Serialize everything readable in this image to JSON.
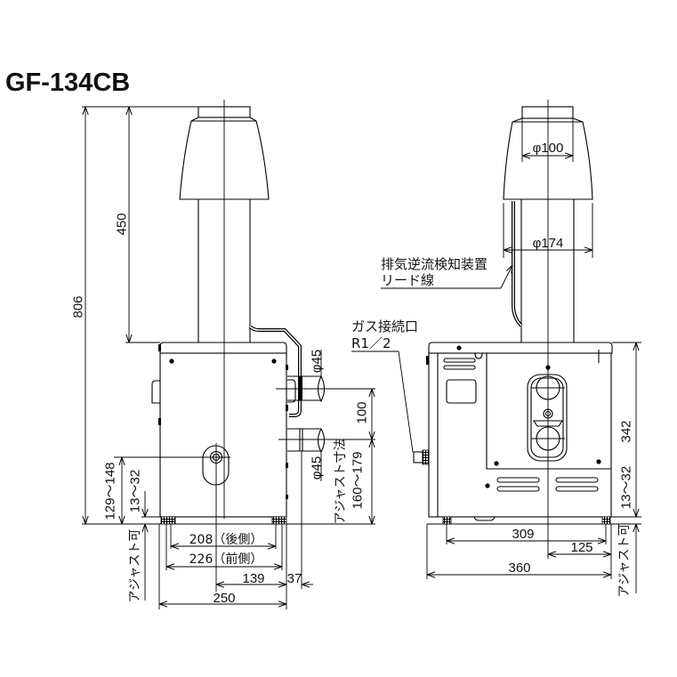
{
  "title": "GF-134CB",
  "side_view": {
    "total_height": "806",
    "flue_length": "450",
    "upper_pipe_dia": "φ45",
    "pipe_pitch": "100",
    "lower_pipe_dia": "φ45",
    "adjust_dim_label": "アジャスト寸法",
    "adjust_dim_range": "160〜179",
    "outlet_height": "129〜148",
    "leg_adjust": "13〜32",
    "adjustable": "アジャスト可",
    "rear_leg_span": "208（後側）",
    "front_leg_span": "226（前側）",
    "outlet_offset": "139",
    "pipe_projection": "37",
    "depth": "250"
  },
  "front_view": {
    "flue_top_dia": "φ100",
    "hood_dia": "φ174",
    "body_height": "342",
    "leg_adjust": "13〜32",
    "adjustable": "アジャスト可",
    "leg_span": "309",
    "center_offset": "125",
    "width": "360",
    "lead_wire_callout": {
      "line1": "排気逆流検知装置",
      "line2": "リード線"
    },
    "gas_inlet_callout": {
      "line1": "ガス接続口",
      "line2": "R1／2"
    }
  },
  "colors": {
    "line": "#000000",
    "background": "#ffffff"
  }
}
